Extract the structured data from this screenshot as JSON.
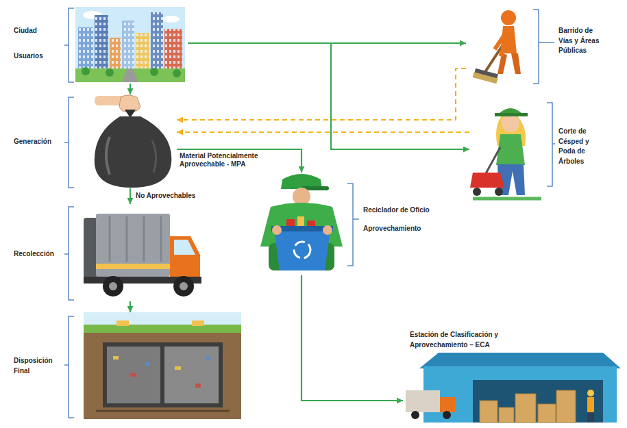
{
  "diagram": {
    "nodes": [
      {
        "text": [
          "Ciudad",
          "Usuarios"
        ]
      },
      {
        "text": [
          "Generación"
        ]
      },
      {
        "text": [
          "Recolección"
        ]
      },
      {
        "text": [
          "Disposición Final"
        ]
      },
      {
        "text": [
          "Reciclador de Oficio",
          "Aprovechamiento"
        ]
      },
      {
        "text": [
          "Barrido de Vías y Áreas Públicas"
        ]
      },
      {
        "text": [
          "Corte de Césped y Poda de Árboles"
        ]
      },
      {
        "text": [
          "Estación de Clasificación y Aprovechamiento – ECA"
        ]
      }
    ],
    "edges": [
      {
        "from": 0,
        "to": 1,
        "arrow": "to"
      },
      {
        "from": 1,
        "to": 2,
        "label": "No Aprovechables",
        "arrow": "to"
      },
      {
        "from": 2,
        "to": 3,
        "arrow": "to"
      },
      {
        "from": 1,
        "to": 4,
        "label": "Material Potencialmente Aprovechable - MPA",
        "arrow": "to"
      },
      {
        "from": 4,
        "to": 7,
        "arrow": "to"
      },
      {
        "from": 0,
        "to": 5,
        "arrow": "to"
      },
      {
        "from": 0,
        "to": 6,
        "arrow": "to"
      },
      {
        "from": 5,
        "to": 1,
        "arrow": "to"
      },
      {
        "from": 6,
        "to": 1,
        "arrow": "to"
      }
    ]
  }
}
